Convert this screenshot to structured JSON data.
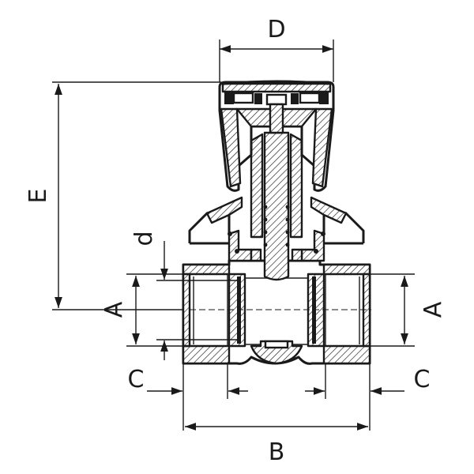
{
  "diagram": {
    "labels": {
      "D": "D",
      "E": "E",
      "d": "d",
      "A_left": "A",
      "A_right": "A",
      "C_left": "C",
      "C_right": "C",
      "B": "B"
    },
    "colors": {
      "ink": "#1a1a1a",
      "background": "#ffffff"
    }
  }
}
